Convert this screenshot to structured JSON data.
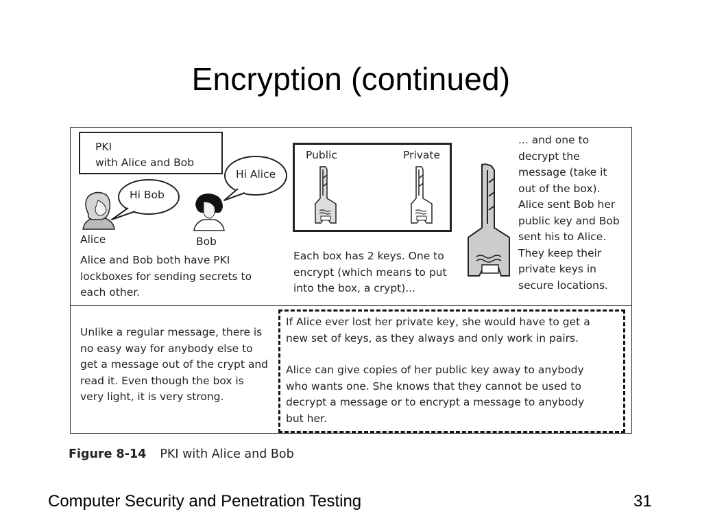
{
  "slide": {
    "title": "Encryption (continued)",
    "footer_left": "Computer Security and Penetration Testing",
    "page_number": "31"
  },
  "figure": {
    "pki_box_line1": "PKI",
    "pki_box_line2": "with Alice and Bob",
    "bubble_alice": "Hi Bob",
    "bubble_bob": "Hi Alice",
    "label_alice": "Alice",
    "label_bob": "Bob",
    "lockbox_text": [
      "Alice and Bob both have PKI",
      "lockboxes for sending secrets to",
      "each other."
    ],
    "key_public_label": "Public",
    "key_private_label": "Private",
    "keys_text": [
      "Each box has 2 keys. One to",
      "encrypt (which means to put",
      "into the box, a crypt)..."
    ],
    "decrypt_text": [
      "... and one to",
      "decrypt the",
      "message (take it",
      "out of the box).",
      "Alice sent Bob her",
      "public key and Bob",
      "sent his to Alice.",
      "They keep their",
      "private keys in",
      "secure locations."
    ],
    "crypt_text": [
      "Unlike a regular message, there is",
      "no easy way for anybody else to",
      "get a message out of the crypt and",
      "read it. Even though the box is",
      "very light, it is very strong."
    ],
    "dashed_para1": [
      "If Alice ever lost her private key, she would have to get a",
      "new set of keys, as they always and only work in pairs."
    ],
    "dashed_para2": [
      "Alice can give copies of her public key away to anybody",
      "who wants one. She knows that they cannot be used to",
      "decrypt a message or to encrypt a message to anybody",
      "but her."
    ]
  },
  "caption": {
    "figure_number": "Figure 8-14",
    "figure_title": "PKI with Alice and Bob"
  }
}
